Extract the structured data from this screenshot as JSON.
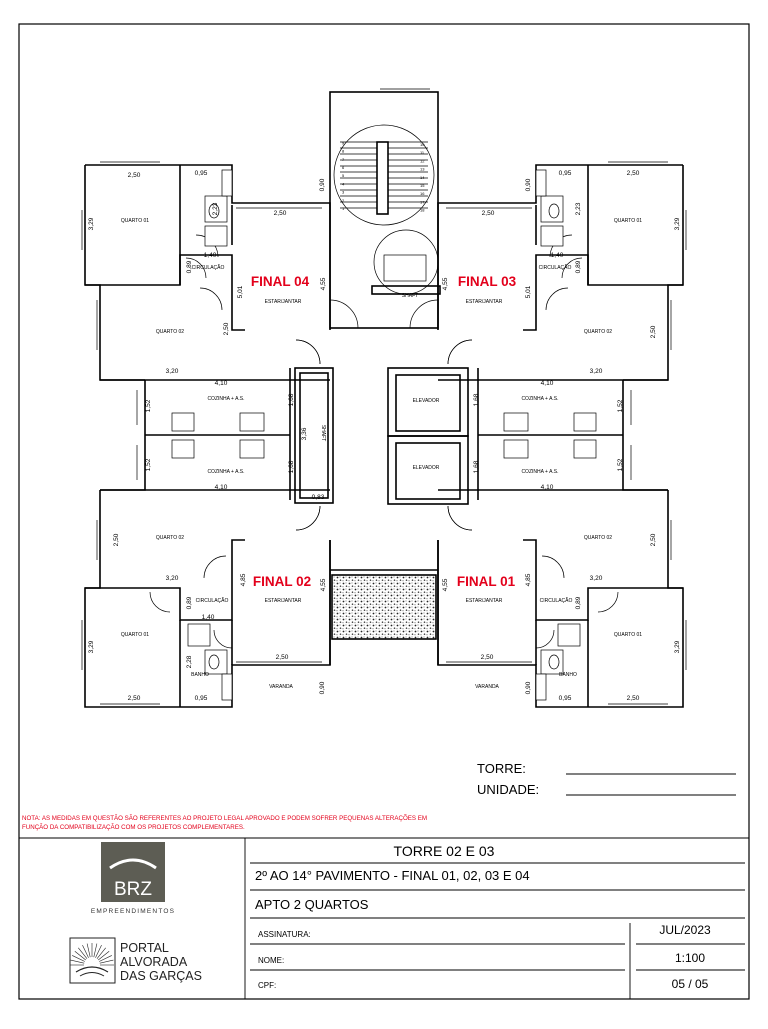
{
  "plan": {
    "final_labels": [
      "FINAL 04",
      "FINAL 03",
      "FINAL 02",
      "FINAL 01"
    ],
    "room_labels": {
      "quarto01": "QUARTO 01",
      "quarto02": "QUARTO 02",
      "circulacao": "CIRCULAÇÃO",
      "estar_jantar": "ESTAR/JANTAR",
      "cozinha": "COZINHA + A.S.",
      "banho": "BANHO",
      "varanda": "VARANDA",
      "shaft": "SHAFT",
      "elevador": "ELEVADOR"
    },
    "dimensions": {
      "d250": "2,50",
      "d095": "0,95",
      "d090": "0,90",
      "d329": "3,29",
      "d223": "2,23",
      "d140": "1,40",
      "d089": "0,89",
      "d501": "5,01",
      "d455": "4,55",
      "d320": "3,20",
      "d410": "4,10",
      "d152": "1,52",
      "d168": "1,68",
      "d336": "3,36",
      "d083": "0,83",
      "d485": "4,85",
      "d228": "2,28"
    },
    "stair_numbers": [
      "1",
      "2",
      "3",
      "4",
      "5",
      "6",
      "7",
      "8",
      "9",
      "10",
      "11",
      "12",
      "13",
      "14",
      "15",
      "16",
      "17",
      "18"
    ]
  },
  "fields": {
    "torre_label": "TORRE:",
    "unidade_label": "UNIDADE:"
  },
  "note": {
    "line1": "NOTA: AS MEDIDAS EM QUESTÃO SÃO REFERENTES AO PROJETO LEGAL APROVADO E PODEM SOFRER PEQUENAS ALTERAÇÕES EM",
    "line2": "FUNÇÃO DA COMPATIBILIZAÇÃO COM OS PROJETOS COMPLEMENTARES."
  },
  "title_block": {
    "brand": "BRZ",
    "brand_sub": "EMPREENDIMENTOS",
    "portal": [
      "PORTAL",
      "ALVORADA",
      "DAS GARÇAS"
    ],
    "torre": "TORRE 02 E 03",
    "pavimento": "2º AO 14° PAVIMENTO - FINAL 01, 02, 03 E 04",
    "tipo": "APTO 2 QUARTOS",
    "assinatura": "ASSINATURA:",
    "nome": "NOME:",
    "cpf": "CPF:",
    "data": "JUL/2023",
    "escala": "1:100",
    "folha": "05 / 05"
  },
  "colors": {
    "final_label": "#e3001b",
    "note_text": "#e3001b",
    "brand_bg": "#5d5d54",
    "line": "#000000"
  }
}
